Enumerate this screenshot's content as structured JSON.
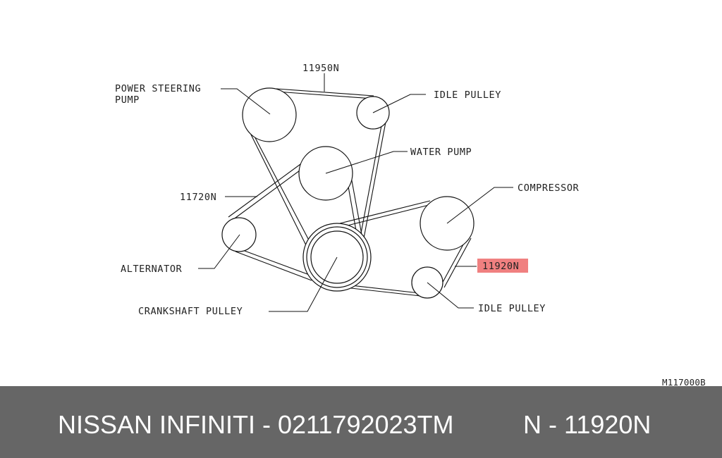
{
  "diagram": {
    "labels": {
      "belt_top": "11950N",
      "power_steering_line1": "POWER STEERING",
      "power_steering_line2": "PUMP",
      "idle_pulley_top": "IDLE PULLEY",
      "water_pump": "WATER PUMP",
      "belt_left": "11720N",
      "compressor": "COMPRESSOR",
      "belt_right": "11920N",
      "alternator": "ALTERNATOR",
      "crankshaft_pulley": "CRANKSHAFT PULLEY",
      "idle_pulley_bottom": "IDLE PULLEY",
      "figure_code": "M117000B"
    },
    "highlight_color": "#f08080"
  },
  "footer": {
    "left_text": "NISSAN INFINITI - 0211792023TM",
    "right_text": "N - 11920N",
    "background": "#666666"
  }
}
